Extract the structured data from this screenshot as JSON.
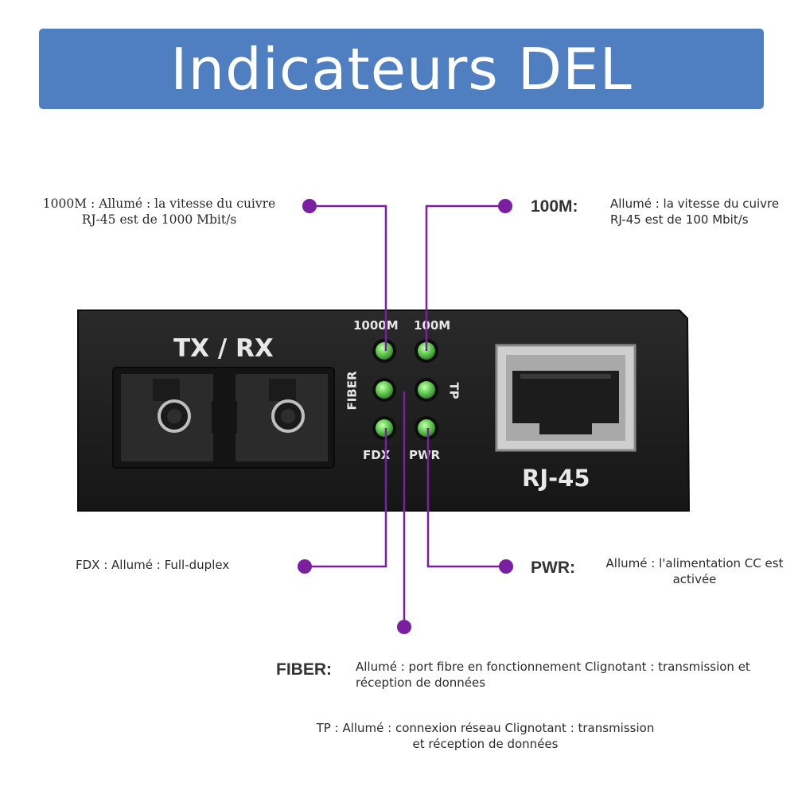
{
  "banner": {
    "title": "Indicateurs DEL"
  },
  "device": {
    "fiber_port_label": "TX / RX",
    "rj45_label": "RJ-45",
    "led_labels": {
      "1000m": "1000M",
      "100m": "100M",
      "fiber": "FIBER",
      "tp": "TP",
      "fdx": "FDX",
      "pwr": "PWR"
    }
  },
  "callouts": {
    "m1000": {
      "line1": "1000M : Allumé : la vitesse du cuivre",
      "line2": "RJ-45 est de 1000 Mbit/s"
    },
    "m100": {
      "heading": "100M:",
      "line1": "Allumé : la vitesse du cuivre",
      "line2": "RJ-45 est de 100 Mbit/s"
    },
    "fdx": {
      "text": "FDX : Allumé : Full-duplex"
    },
    "pwr": {
      "heading": "PWR:",
      "line1": "Allumé : l'alimentation CC est",
      "line2": "activée"
    },
    "fiber": {
      "heading": "FIBER:",
      "line1": "Allumé : port fibre en fonctionnement Clignotant : transmission et",
      "line2": "réception de données"
    },
    "tp": {
      "line1": "TP : Allumé : connexion réseau Clignotant : transmission",
      "line2": "et réception de données"
    }
  },
  "colors": {
    "banner": "#4f7fc0",
    "callout_line": "#7a1fa0",
    "led_green": "#6cd35a",
    "device_body": "#1f1f1f"
  }
}
